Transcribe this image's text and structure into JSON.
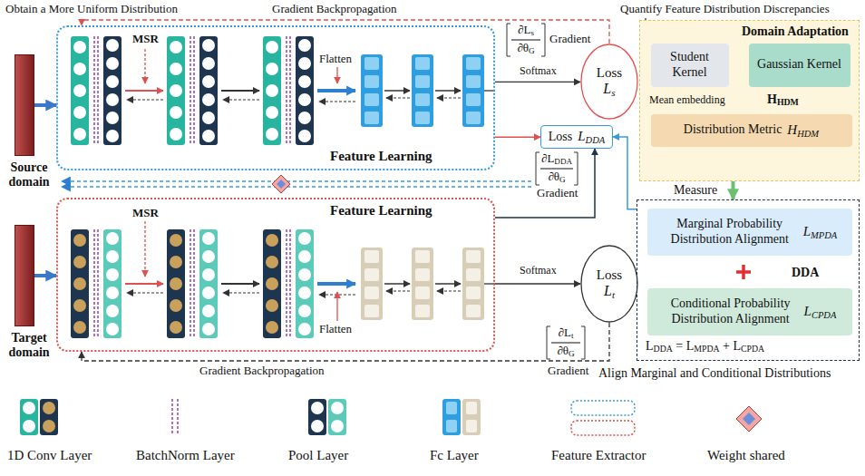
{
  "diagram": {
    "nodes": [
      {
        "text": [
          "Source domain"
        ]
      },
      {
        "text": [
          "Feature Learning"
        ]
      },
      {
        "text": [
          "Loss",
          "Ls"
        ]
      },
      {
        "text": [
          "Target domain"
        ]
      },
      {
        "text": [
          "Feature Learning"
        ]
      },
      {
        "text": [
          "Loss",
          "Lt"
        ]
      },
      {
        "text": [
          "Loss",
          "LDDA"
        ]
      },
      {
        "text": [
          "Domain Adaptation"
        ]
      },
      {
        "text": [
          "Student Kernel"
        ],
        "in": 7
      },
      {
        "text": [
          "Gaussian Kernel"
        ],
        "in": 7
      },
      {
        "text": [
          "Distribution Metric",
          "HHDM"
        ],
        "in": 7
      },
      {
        "text": [
          "DDA"
        ]
      },
      {
        "text": [
          "Marginal Probability Distribution Alignment",
          "LMPDA"
        ],
        "in": 11
      },
      {
        "text": [
          "Conditional Probability Distribution Alignment",
          "LCPDA"
        ],
        "in": 11
      }
    ],
    "edges": [
      {
        "from": 0,
        "to": 1,
        "arrow": "to"
      },
      {
        "from": 3,
        "to": 4,
        "arrow": "to"
      },
      {
        "from": 1,
        "to": 2,
        "arrow": "to",
        "label": "Softmax"
      },
      {
        "from": 4,
        "to": 5,
        "arrow": "to",
        "label": "Softmax"
      },
      {
        "from": 1,
        "to": 6,
        "arrow": "to"
      },
      {
        "from": 4,
        "to": 6,
        "arrow": "to"
      },
      {
        "from": 2,
        "to": 1,
        "arrow": "to"
      },
      {
        "from": 5,
        "to": 4,
        "arrow": "to"
      },
      {
        "from": 10,
        "to": 11,
        "arrow": "to",
        "label": "Measure"
      },
      {
        "from": 11,
        "to": 6,
        "arrow": "to"
      }
    ],
    "labels": [
      "Obtain a More Uniform Distribution",
      "Gradient Backpropagation",
      "∂Ls",
      "∂θG",
      "Gradient",
      "MSR",
      "Flatten",
      "Quantify Feature Distribution Discrepancies",
      "Mean embedding",
      "HHDM",
      "∂LDDA",
      "∂θG",
      "Gradient",
      "MSR",
      "Flatten",
      "∂Lt",
      "∂θG",
      "Gradient",
      "Gradient Backpropagation",
      "LDDA = LMPDA + LCPDA",
      "Align Marginal and Conditional Distributions"
    ],
    "legend": [
      {
        "text": "1D Conv Layer"
      },
      {
        "text": "BatchNorm Layer"
      },
      {
        "text": "Pool Layer"
      },
      {
        "text": "Fc Layer"
      },
      {
        "text": "Feature Extractor"
      },
      {
        "text": "Weight shared"
      }
    ]
  }
}
